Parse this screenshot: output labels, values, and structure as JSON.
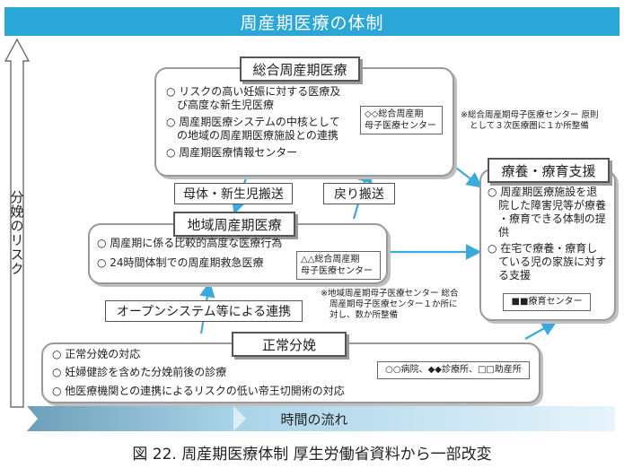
{
  "banner_title": "周産期医療の体制",
  "risk_axis_label": "分娩のリスク",
  "time_axis_label": "時間の流れ",
  "caption": "図 22.  周産期医療体制   厚生労働省資料から一部改変",
  "colors": {
    "banner": "#2aa7d6",
    "arrow": "#3aa9dc",
    "time_dark": "#6d9fb8",
    "time_light": "#cde8f5"
  },
  "general": {
    "title": "総合周産期医療",
    "items": [
      "○ リスクの高い妊娠に対する医療及",
      "び高度な新生児医療",
      "○ 周産期医療システムの中核として",
      "の地域の周産期医療施設との連携",
      "○ 周産期医療情報センター"
    ],
    "center_box": [
      "◇◇総合周産期",
      "母子医療センター"
    ],
    "note": [
      "※総合周産期母子医療センター 原則",
      "として３次医療圏に１か所整備"
    ]
  },
  "regional": {
    "title": "地域周産期医療",
    "items": [
      "○ 周産期に係る比較的高度な医療行為",
      "○ 24時間体制での周産期救急医療"
    ],
    "center_box": [
      "△△総合周産期",
      "母子医療センター"
    ],
    "note": [
      "※地域周産期母子医療センター 総合",
      "周産期母子医療センター１か所に",
      "対し、数か所整備"
    ]
  },
  "care": {
    "title": "療養・療育支援",
    "items": [
      "○ 周産期医療施設を退",
      "院した障害児等が療養",
      "・療育できる体制の提",
      "供",
      "○ 在宅で療養・療育し",
      "ている児の家族に対す",
      "る支援"
    ],
    "center_box": "■■療育センター"
  },
  "normal": {
    "title": "正常分娩",
    "items": [
      "○ 正常分娩の対応",
      "○ 妊婦健診を含めた分娩前後の診療",
      "○ 他医療機関との連携によるリスクの低い帝王切開術の対応"
    ],
    "legend_box": "○○病院、◆◆診療所、□□助産所"
  },
  "arrow_labels": {
    "maternal_newborn": "母体・新生児搬送",
    "return": "戻り搬送",
    "open_system": "オープンシステム等による連携"
  }
}
